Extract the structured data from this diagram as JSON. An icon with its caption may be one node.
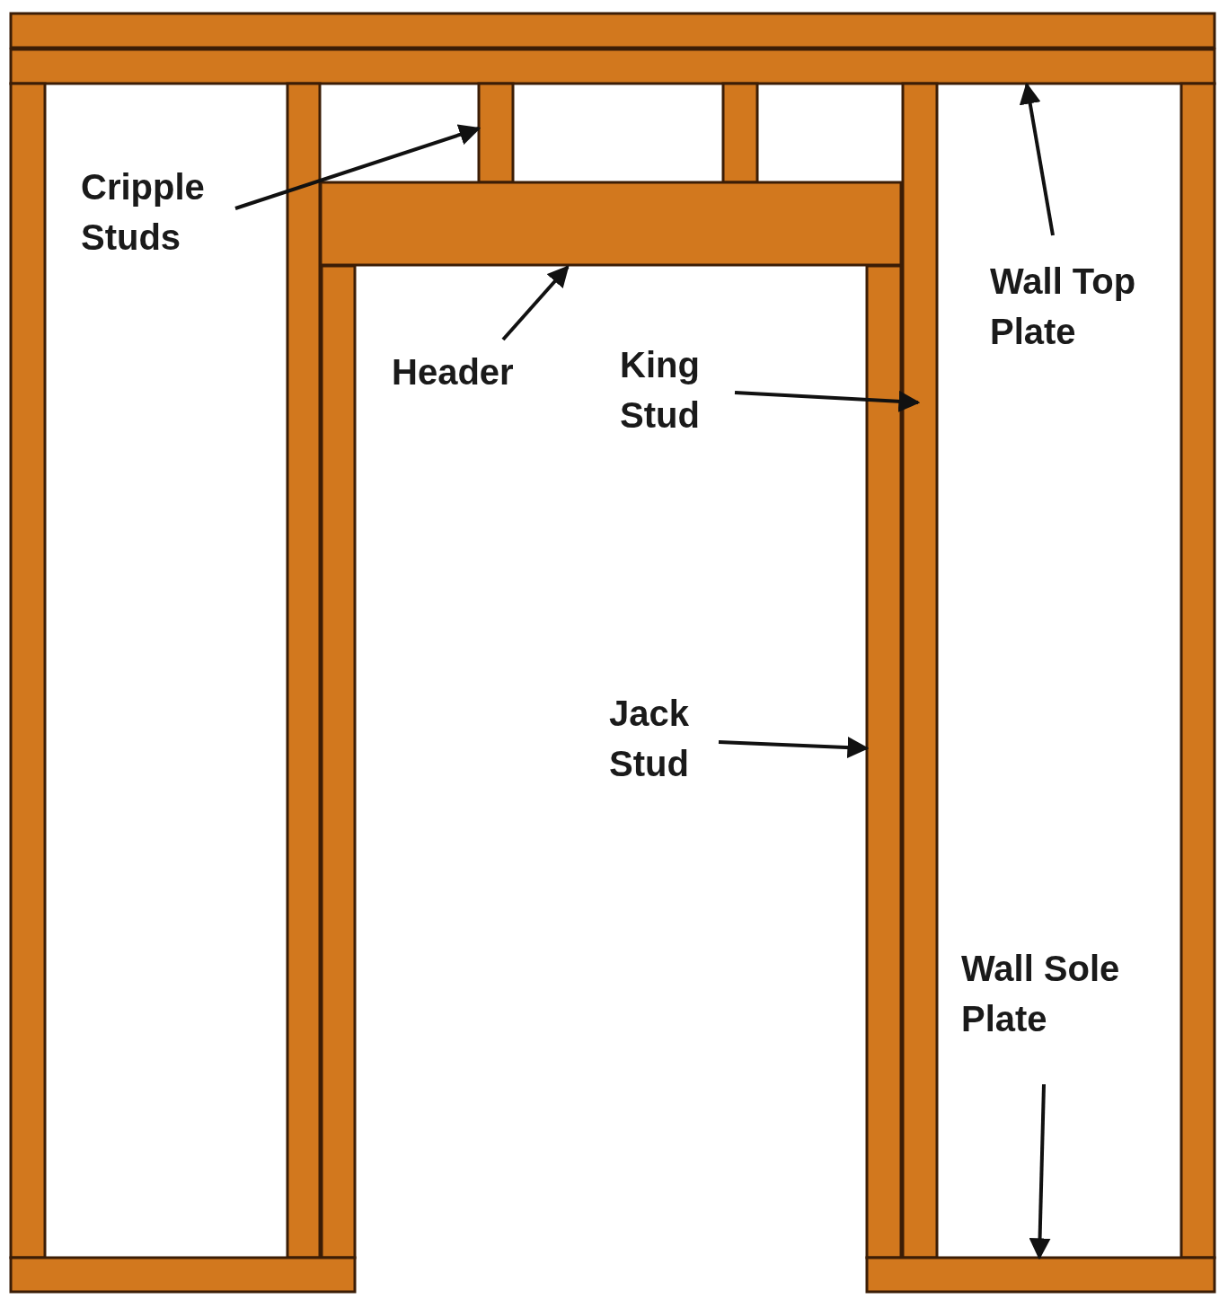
{
  "diagram": {
    "nodes": [
      {
        "text": [],
        "shape": "bar"
      },
      {
        "text": [],
        "shape": "bar"
      },
      {
        "text": [],
        "shape": "bar"
      },
      {
        "text": [],
        "shape": "bar"
      },
      {
        "text": [],
        "shape": "bar"
      },
      {
        "text": [],
        "shape": "bar"
      },
      {
        "text": [],
        "shape": "bar"
      },
      {
        "text": [],
        "shape": "bar"
      },
      {
        "text": [],
        "shape": "bar"
      },
      {
        "text": [],
        "shape": "bar"
      },
      {
        "text": [],
        "shape": "bar"
      },
      {
        "text": [],
        "shape": "bar"
      },
      {
        "text": [],
        "shape": "bar"
      },
      {
        "text": [
          "Cripple Studs"
        ]
      },
      {
        "text": [
          "Header"
        ]
      },
      {
        "text": [
          "King Stud"
        ]
      },
      {
        "text": [
          "Jack Stud"
        ]
      },
      {
        "text": [
          "Wall Top Plate"
        ]
      },
      {
        "text": [
          "Wall Sole Plate"
        ]
      }
    ],
    "edges": [
      {
        "from": 13,
        "to": 4,
        "arrow": "to"
      },
      {
        "from": 14,
        "to": 8,
        "arrow": "to"
      },
      {
        "from": 15,
        "to": 6,
        "arrow": "to"
      },
      {
        "from": 16,
        "to": 10,
        "arrow": "to"
      },
      {
        "from": 17,
        "to": 1,
        "arrow": "to"
      },
      {
        "from": 18,
        "to": 12,
        "arrow": "to"
      }
    ]
  }
}
